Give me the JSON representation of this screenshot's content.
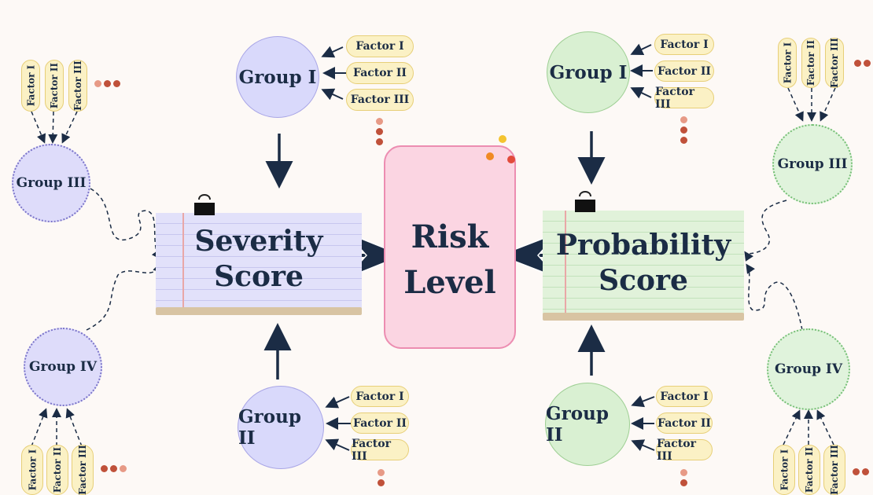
{
  "center": {
    "risk_line1": "Risk",
    "risk_line2": "Level"
  },
  "severity": {
    "line1": "Severity",
    "line2": "Score"
  },
  "probability": {
    "line1": "Probability",
    "line2": "Score"
  },
  "groups": {
    "g1": "Group I",
    "g2": "Group II",
    "g3": "Group  III",
    "g4": "Group  IV"
  },
  "factors": {
    "f1": "Factor I",
    "f2": "Factor II",
    "f3": "Factor III"
  },
  "colors": {
    "navy": "#1b2c45",
    "blue_fill": "#d9d9fb",
    "green_fill": "#d9f0d2",
    "pink_fill": "#fbd5e2",
    "pill_fill": "#fbf1c5",
    "dot_red": "#c0513a",
    "dot_pink": "#e79a86"
  }
}
